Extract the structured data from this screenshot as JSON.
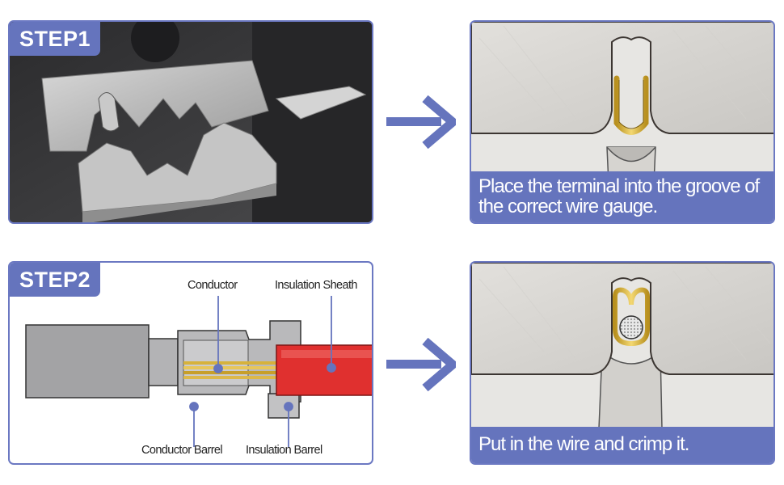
{
  "step1": {
    "badge": "STEP1",
    "caption_line1": "Place the terminal into the groove of",
    "caption_line2": "the correct wire gauge."
  },
  "step2": {
    "badge": "STEP2",
    "caption": "Put in the wire and crimp it.",
    "labels": {
      "conductor": "Conductor",
      "insulation_sheath": "Insulation Sheath",
      "conductor_barrel": "Conductor Barrel",
      "insulation_barrel": "Insulation Barrel"
    }
  },
  "colors": {
    "accent": "#6574bd",
    "arrow": "#6574bd",
    "wire_red": "#e0302f",
    "gold": "#d9b43c",
    "terminal_gray": "#a9a9ab"
  }
}
